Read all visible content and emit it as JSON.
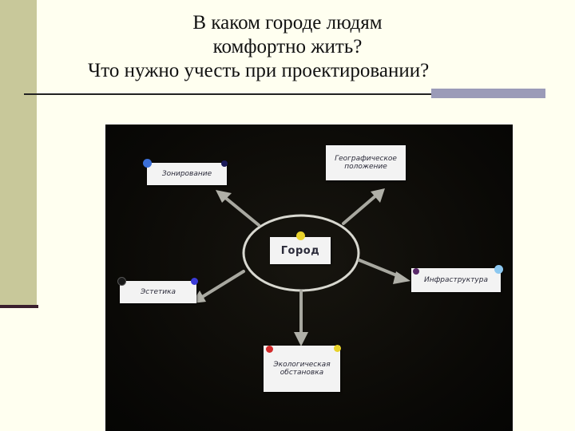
{
  "slide": {
    "title_line1": "В каком городе людям",
    "title_line2": "комфортно жить?",
    "title_line3": "Что нужно учесть при проектировании?"
  },
  "diagram": {
    "center": "Город",
    "nodes": {
      "zoning": "Зонирование",
      "geo_line1": "Географическое",
      "geo_line2": "положение",
      "infra": "Инфраструктура",
      "aesthetics": "Эстетика",
      "eco_line1": "Экологическая",
      "eco_line2": "обстановка"
    }
  },
  "colors": {
    "side_band": "#c8c89a",
    "background": "#fffff0",
    "board": "#0b0b0a",
    "pin_blue": "#3b6fd8",
    "pin_yellow": "#e8d22a",
    "pin_red": "#d22a2a",
    "pin_lightblue": "#8cc8f0",
    "pin_navy": "#1a1a5a"
  }
}
